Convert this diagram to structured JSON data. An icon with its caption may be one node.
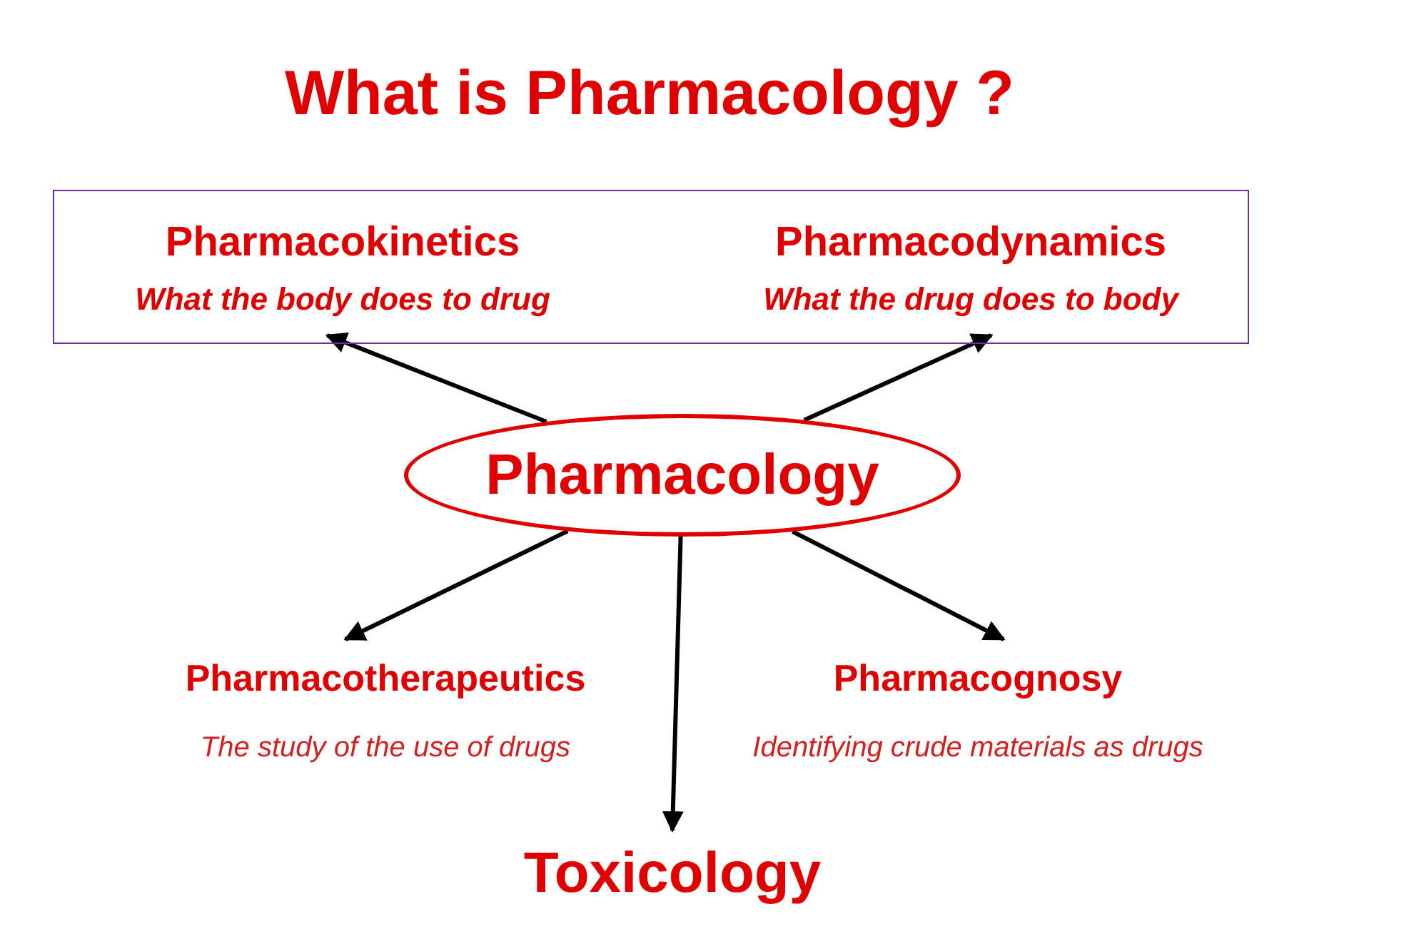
{
  "diagram": {
    "title": "What is Pharmacology ?",
    "nodes": [
      {
        "text": [],
        "shape": "box"
      },
      {
        "text": [
          "Pharmacokinetics",
          "What the body does to drug"
        ],
        "in": 0
      },
      {
        "text": [
          "Pharmacodynamics",
          "What the drug does to body"
        ],
        "in": 0
      },
      {
        "text": [
          "Pharmacology"
        ]
      },
      {
        "text": [
          "Pharmacotherapeutics",
          "The study of the use of drugs"
        ]
      },
      {
        "text": [
          "Pharmacognosy",
          "Identifying crude materials as drugs"
        ]
      },
      {
        "text": [
          "Toxicology"
        ]
      }
    ],
    "edges": [
      {
        "from": 3,
        "to": 1,
        "arrow": "to"
      },
      {
        "from": 3,
        "to": 2,
        "arrow": "to"
      },
      {
        "from": 3,
        "to": 4,
        "arrow": "to"
      },
      {
        "from": 3,
        "to": 5,
        "arrow": "to"
      },
      {
        "from": 3,
        "to": 6,
        "arrow": "to"
      }
    ]
  }
}
